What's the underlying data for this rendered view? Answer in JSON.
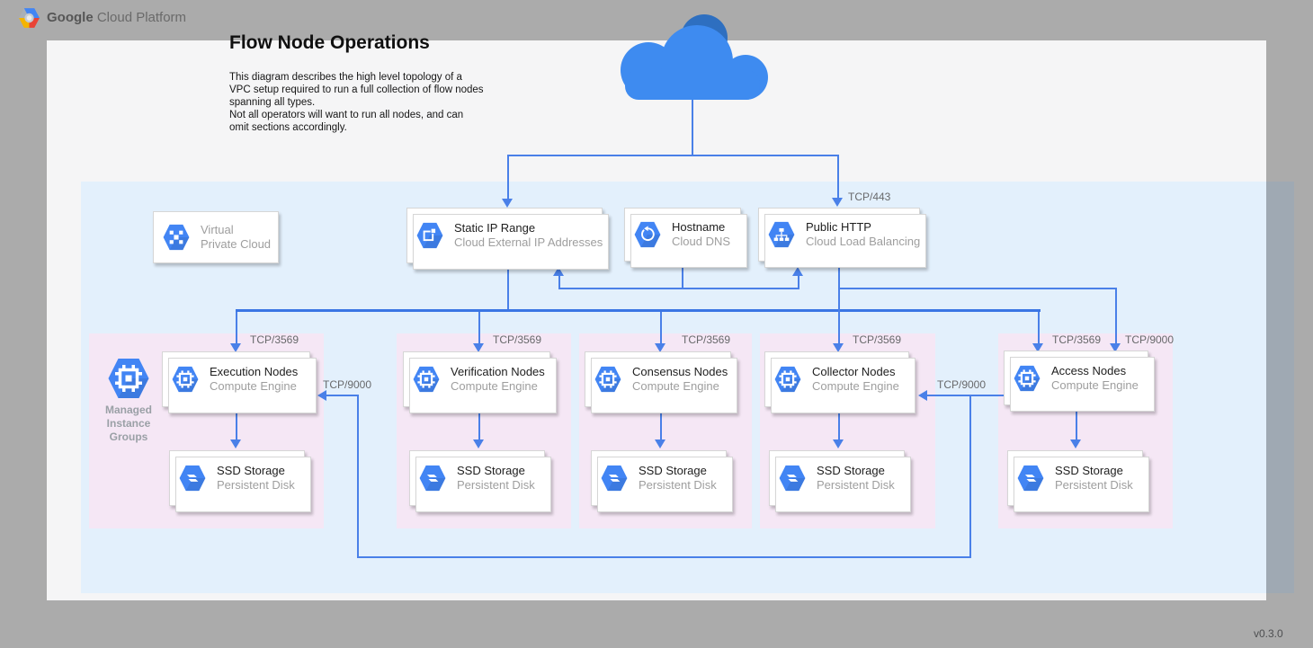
{
  "header": {
    "brand_bold": "Google",
    "brand_rest": " Cloud Platform"
  },
  "doc": {
    "title": "Flow Node Operations",
    "desc1": "This diagram describes the high level topology of a VPC setup required to run a full collection of flow nodes spanning all types.",
    "desc2": "Not all operators will want to run all nodes, and can omit sections accordingly.",
    "version": "v0.3.0"
  },
  "nodes": {
    "vpc": {
      "title": "Virtual",
      "subtitle": "Private Cloud",
      "icon": "vpc-icon"
    },
    "static_ip": {
      "title": "Static IP Range",
      "subtitle": "Cloud External IP Addresses",
      "icon": "external-ip-icon"
    },
    "hostname": {
      "title": "Hostname",
      "subtitle": "Cloud DNS",
      "icon": "cloud-dns-icon"
    },
    "public_http": {
      "title": "Public HTTP",
      "subtitle": "Cloud Load Balancing",
      "icon": "load-balancer-icon"
    },
    "execution": {
      "title": "Execution Nodes",
      "subtitle": "Compute Engine",
      "icon": "compute-engine-icon"
    },
    "verification": {
      "title": "Verification Nodes",
      "subtitle": "Compute Engine",
      "icon": "compute-engine-icon"
    },
    "consensus": {
      "title": "Consensus Nodes",
      "subtitle": "Compute Engine",
      "icon": "compute-engine-icon"
    },
    "collector": {
      "title": "Collector Nodes",
      "subtitle": "Compute Engine",
      "icon": "compute-engine-icon"
    },
    "access": {
      "title": "Access Nodes",
      "subtitle": "Compute Engine",
      "icon": "compute-engine-icon"
    },
    "ssd": {
      "title": "SSD Storage",
      "subtitle": "Persistent Disk",
      "icon": "persistent-disk-icon"
    }
  },
  "labels": {
    "mig": "Managed Instance Groups",
    "tcp443": "TCP/443",
    "tcp3569": "TCP/3569",
    "tcp9000": "TCP/9000"
  },
  "colors": {
    "background": "#ababab",
    "canvas": "#f5f5f6",
    "vpc_region": "#e3f0fc",
    "group_region": "#f5e7f5",
    "connector": "#4a80e8",
    "hexagon": "#4285f4",
    "cloud_light": "#3e8bf0",
    "cloud_dark": "#2e6fc0"
  }
}
